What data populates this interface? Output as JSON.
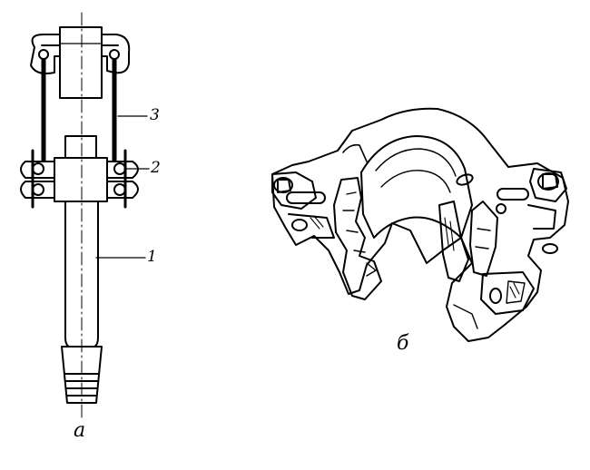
{
  "figure": {
    "left_panel": {
      "caption": "а",
      "callouts": [
        {
          "id": "3",
          "text": "3"
        },
        {
          "id": "2",
          "text": "2"
        },
        {
          "id": "1",
          "text": "1"
        }
      ]
    },
    "right_panel": {
      "caption": "б"
    }
  }
}
